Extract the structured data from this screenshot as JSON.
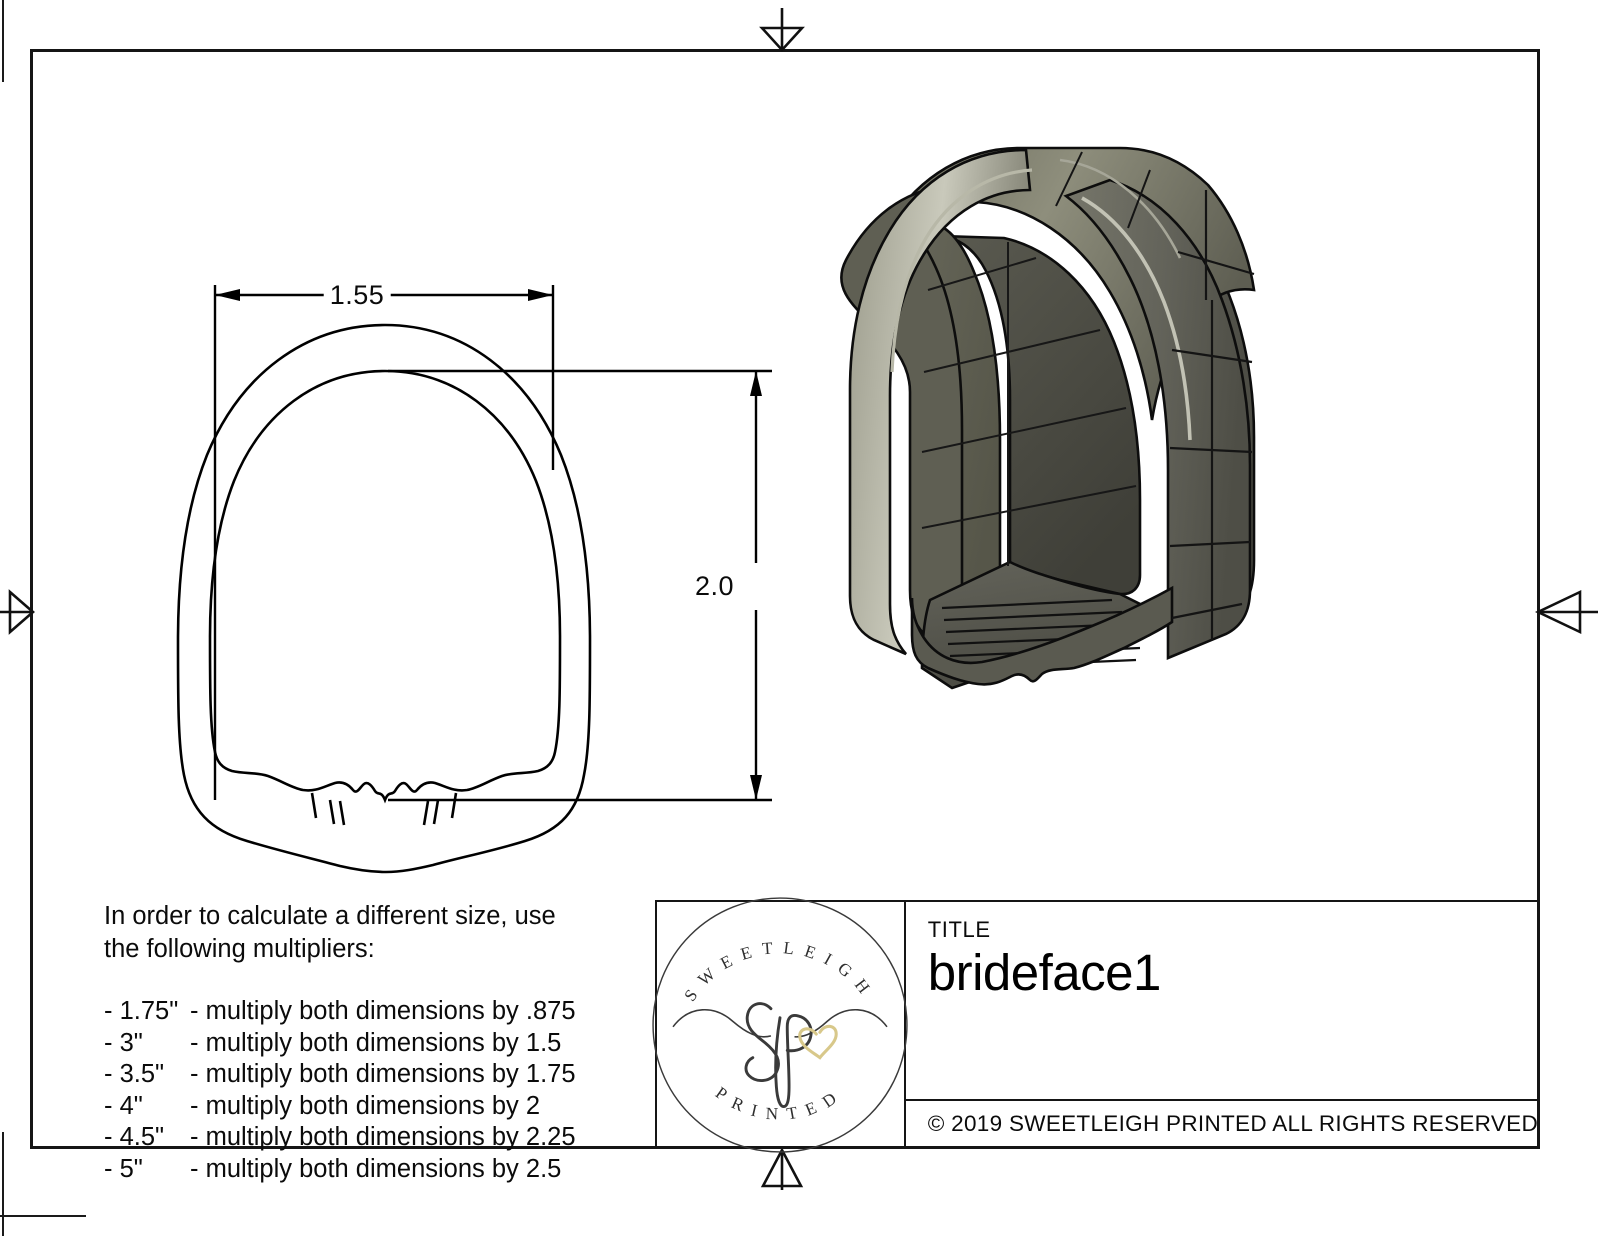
{
  "document": {
    "type": "engineering-drawing",
    "sheet_width": 1600,
    "sheet_height": 1236
  },
  "dimensions": {
    "width_label": "1.55",
    "height_label": "2.0"
  },
  "notes": {
    "intro": "In order to calculate a different size, use\nthe following multipliers:",
    "multipliers": [
      {
        "size": "- 1.75\"",
        "text": "- multiply both dimensions by .875"
      },
      {
        "size": "- 3\"",
        "text": "- multiply both dimensions by 1.5"
      },
      {
        "size": "- 3.5\"",
        "text": "- multiply both dimensions by 1.75"
      },
      {
        "size": "- 4\"",
        "text": "- multiply both dimensions by 2"
      },
      {
        "size": "- 4.5\"",
        "text": "- multiply both dimensions by 2.25"
      },
      {
        "size": "- 5\"",
        "text": "- multiply both dimensions by 2.5"
      }
    ]
  },
  "title_block": {
    "title_label": "TITLE",
    "title_value": "brideface1",
    "copyright": "© 2019  SWEETLEIGH PRINTED  ALL RIGHTS RESERVED",
    "logo": {
      "top_arc_text": "SWEETLEIGH",
      "bottom_arc_text": "PRINTED",
      "monogram": "sp",
      "heart_color": "#d8c88a",
      "ink_color": "#3a3a3a"
    }
  },
  "views": {
    "profile_view": {
      "name": "brideface1-profile-outline",
      "description": "2D outline of bride face cookie cutter, arched veil silhouette with scalloped hair bottom"
    },
    "isometric_view": {
      "name": "brideface1-3d-render",
      "description": "Shaded isometric render of the cookie cutter body",
      "colors": {
        "top_light": "#82826f",
        "body_mid": "#6d6d5f",
        "body_dark": "#55554a",
        "inner_shadow": "#47473e",
        "edge": "#0d0d0d"
      }
    }
  },
  "alignment_marks": {
    "top": "triangle-down",
    "bottom": "triangle-up",
    "left": "triangle-right",
    "right": "triangle-left"
  }
}
